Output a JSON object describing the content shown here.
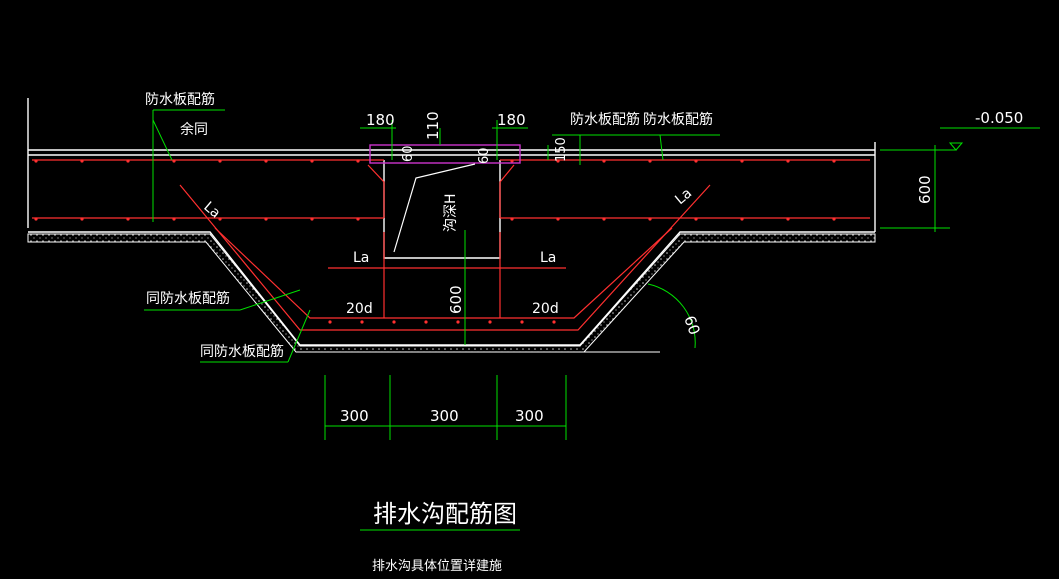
{
  "colors": {
    "background": "#000000",
    "concrete": "#ffffff",
    "rebar": "#ff3030",
    "dimension": "#00e000",
    "leader": "#00e000",
    "hatch": "#c8c8c8",
    "highlight": "#cc33cc"
  },
  "labels": {
    "waterproof_slab_reinf_top": "防水板配筋",
    "same_as_rest": "余同",
    "waterproof_slab_reinf_right_a": "防水板配筋",
    "waterproof_slab_reinf_right_b": "防水板配筋",
    "same_as_waterproof_1": "同防水板配筋",
    "same_as_waterproof_2": "同防水板配筋",
    "anchor_left_slope": "La",
    "anchor_right_slope": "La",
    "anchor_left_bottom": "La",
    "anchor_right_bottom": "La",
    "hook_left": "20d",
    "hook_right": "20d",
    "trench_depth": "沟深H",
    "elevation": "-0.050"
  },
  "dimensions": {
    "top_left": "180",
    "top_right": "180",
    "top_mid": "110",
    "inner_left": "60",
    "inner_right": "60",
    "right_small": "150",
    "slab_thickness": "600",
    "bottom_depth": "600",
    "angle": "60",
    "bottom_1": "300",
    "bottom_2": "300",
    "bottom_3": "300"
  },
  "title": {
    "main": "排水沟配筋图",
    "note": "排水沟具体位置详建施"
  }
}
